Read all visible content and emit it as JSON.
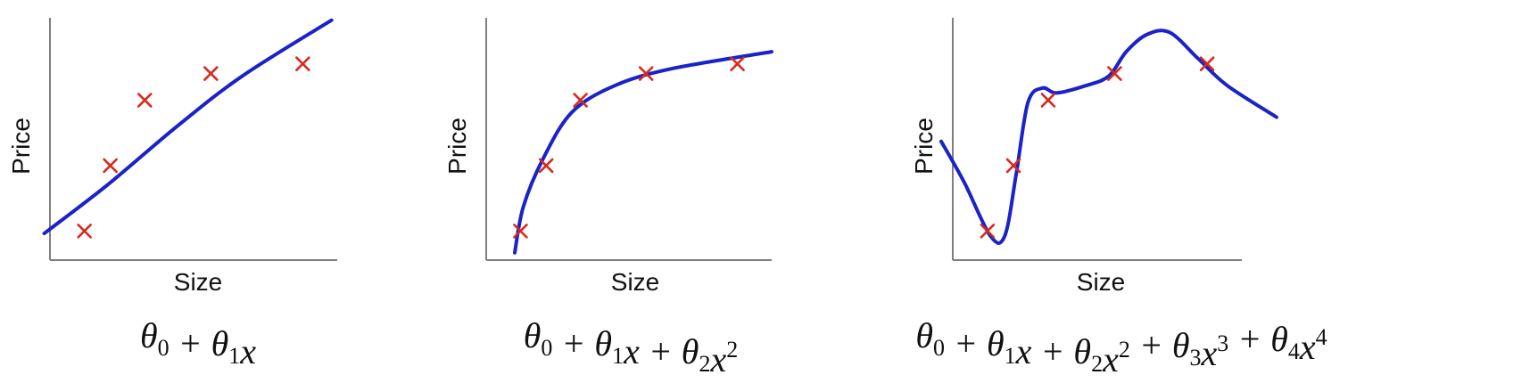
{
  "colors": {
    "axis": "#7f7f7f",
    "curve": "#1a22c8",
    "marker": "#d62a1e",
    "text": "#111111"
  },
  "marker_icon": "x-mark-icon",
  "chart_data": [
    {
      "type": "scatter",
      "title": "",
      "xlabel": "Size",
      "ylabel": "Price",
      "caption": "θ0 + θ1x",
      "caption_parts": [
        "θ",
        "0",
        " + θ",
        "1",
        "x"
      ],
      "grid": false,
      "xlim": [
        0,
        10
      ],
      "ylim": [
        0,
        10
      ],
      "points": [
        [
          1.2,
          1.2
        ],
        [
          2.1,
          3.9
        ],
        [
          3.3,
          6.6
        ],
        [
          5.6,
          7.7
        ],
        [
          8.8,
          8.1
        ]
      ],
      "fit": {
        "degree": 1,
        "curve": [
          [
            -0.2,
            1.1
          ],
          [
            2.0,
            3.1
          ],
          [
            4.4,
            5.5
          ],
          [
            6.7,
            7.6
          ],
          [
            9.8,
            9.9
          ]
        ]
      }
    },
    {
      "type": "scatter",
      "title": "",
      "xlabel": "Size",
      "ylabel": "Price",
      "caption": "θ0 + θ1x + θ2x2",
      "caption_parts": [
        "θ",
        "0",
        " + θ",
        "1",
        "x + θ",
        "2",
        "x",
        "2"
      ],
      "grid": false,
      "xlim": [
        0,
        10
      ],
      "ylim": [
        0,
        10
      ],
      "points": [
        [
          1.2,
          1.2
        ],
        [
          2.1,
          3.9
        ],
        [
          3.3,
          6.6
        ],
        [
          5.6,
          7.7
        ],
        [
          8.8,
          8.1
        ]
      ],
      "fit": {
        "degree": 2,
        "curve": [
          [
            1.0,
            0.3
          ],
          [
            1.3,
            2.2
          ],
          [
            2.0,
            4.2
          ],
          [
            3.0,
            6.1
          ],
          [
            4.5,
            7.2
          ],
          [
            6.5,
            7.9
          ],
          [
            10.0,
            8.6
          ]
        ]
      }
    },
    {
      "type": "scatter",
      "title": "",
      "xlabel": "Size",
      "ylabel": "Price",
      "caption": "θ0 + θ1x + θ2x2 + θ3x3 + θ4x4",
      "caption_parts": [
        "θ",
        "0",
        " + θ",
        "1",
        "x + θ",
        "2",
        "x",
        "2",
        " + θ",
        "3",
        "x",
        "3",
        " + θ",
        "4",
        "x",
        "4"
      ],
      "grid": false,
      "xlim": [
        0,
        10
      ],
      "ylim": [
        0,
        10
      ],
      "points": [
        [
          1.2,
          1.2
        ],
        [
          2.1,
          3.9
        ],
        [
          3.3,
          6.6
        ],
        [
          5.6,
          7.7
        ],
        [
          8.8,
          8.1
        ]
      ],
      "fit": {
        "degree": 4,
        "curve": [
          [
            -0.4,
            4.9
          ],
          [
            0.4,
            3.2
          ],
          [
            1.3,
            1.0
          ],
          [
            1.8,
            1.0
          ],
          [
            2.2,
            3.6
          ],
          [
            2.6,
            6.5
          ],
          [
            3.1,
            7.1
          ],
          [
            3.6,
            6.9
          ],
          [
            4.6,
            7.2
          ],
          [
            5.4,
            7.6
          ],
          [
            6.0,
            8.6
          ],
          [
            6.7,
            9.3
          ],
          [
            7.5,
            9.4
          ],
          [
            8.5,
            8.3
          ],
          [
            9.5,
            7.2
          ],
          [
            11.2,
            5.9
          ]
        ]
      }
    }
  ]
}
